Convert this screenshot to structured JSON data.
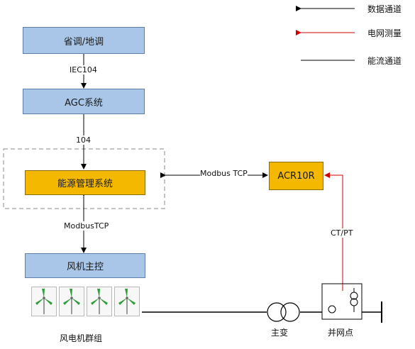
{
  "legend": [
    {
      "label": "数据通道",
      "color": "#000000"
    },
    {
      "label": "电网测量",
      "color": "#d00000"
    },
    {
      "label": "能流通道",
      "color": "#000000"
    }
  ],
  "boxes": {
    "dispatch": "省调/地调",
    "agc": "AGC系统",
    "ems": "能源管理系统",
    "acr": "ACR10R",
    "turbine_control": "风机主控"
  },
  "links": {
    "dispatch_agc": "IEC104",
    "agc_ems": "104",
    "ems_acr": "Modbus TCP",
    "ems_turbine": "ModbusTCP",
    "acr_meter": "CT/PT"
  },
  "labels": {
    "turbine_group": "风电机群组",
    "transformer": "主变",
    "connection_point": "并网点"
  },
  "colors": {
    "blue_box": "#a9c6e8",
    "gold_box": "#f5b800",
    "measurement_line": "#d00000",
    "turbine_green": "#2e9e3a"
  }
}
